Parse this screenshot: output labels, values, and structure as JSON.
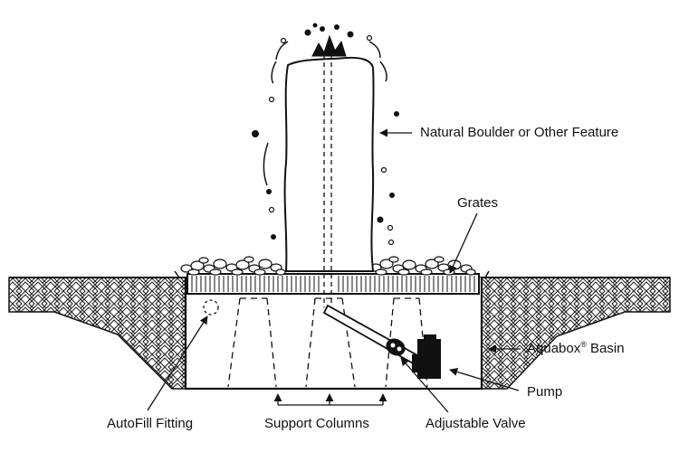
{
  "labels": {
    "feature": "Natural Boulder or Other Feature",
    "grates": "Grates",
    "basin": "Aquabox",
    "basin_mark": "®",
    "basin_suffix": " Basin",
    "pump": "Pump",
    "valve": "Adjustable Valve",
    "columns": "Support Columns",
    "autofill": "AutoFill Fitting"
  },
  "colors": {
    "line": "#111111",
    "background": "#ffffff"
  }
}
